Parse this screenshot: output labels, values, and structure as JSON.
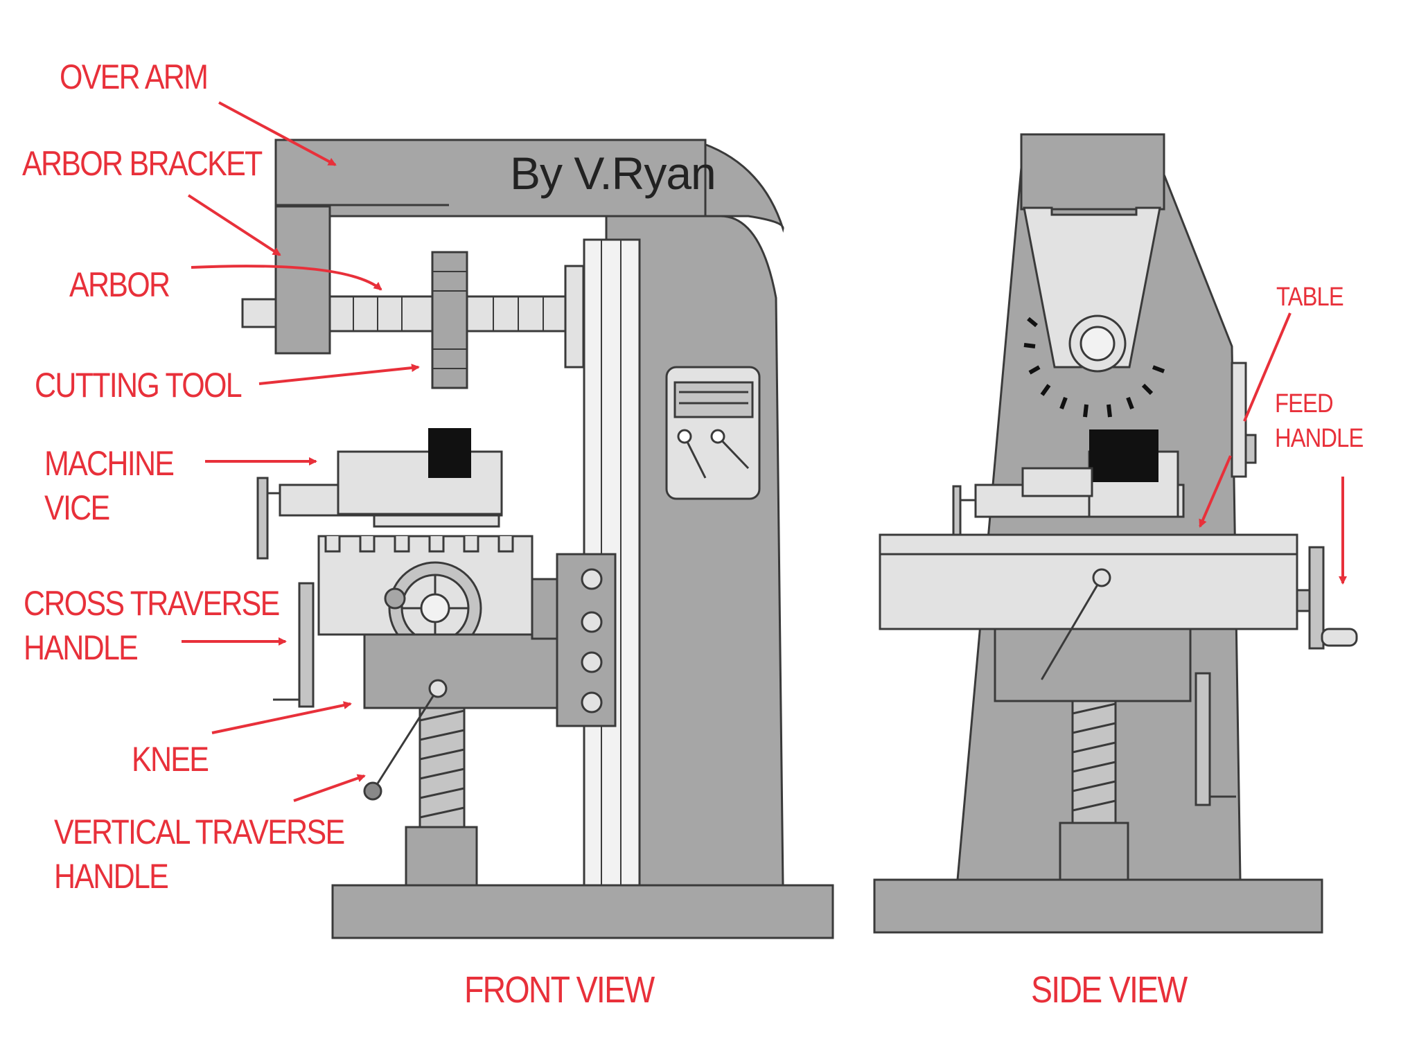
{
  "credit": "By V.Ryan",
  "labels": {
    "over_arm": "OVER ARM",
    "arbor_bracket": "ARBOR BRACKET",
    "arbor": "ARBOR",
    "cutting_tool": "CUTTING TOOL",
    "machine_vice_1": "MACHINE",
    "machine_vice_2": "VICE",
    "cross_traverse_1": "CROSS TRAVERSE",
    "cross_traverse_2": "HANDLE",
    "knee": "KNEE",
    "vertical_traverse_1": "VERTICAL TRAVERSE",
    "vertical_traverse_2": "HANDLE",
    "table": "TABLE",
    "feed_handle_1": "FEED",
    "feed_handle_2": "HANDLE"
  },
  "views": {
    "front": "FRONT VIEW",
    "side": "SIDE VIEW"
  },
  "colors": {
    "label": "#e8303a",
    "body_dark": "#a6a6a6",
    "body_mid": "#c4c4c4",
    "body_light": "#e2e2e2",
    "outline": "#3a3a3a",
    "vice_jaw": "#111111"
  }
}
